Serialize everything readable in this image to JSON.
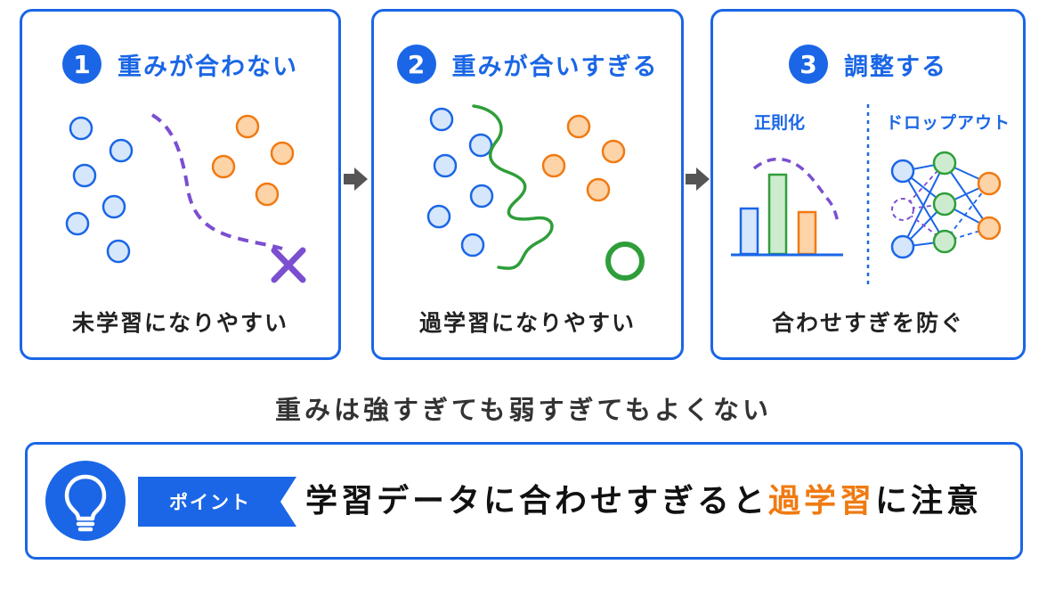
{
  "panels": [
    {
      "number": "1",
      "title": "重みが合わない",
      "caption": "未学習になりやすい"
    },
    {
      "number": "2",
      "title": "重みが合いすぎる",
      "caption": "過学習になりやすい"
    },
    {
      "number": "3",
      "title": "調整する",
      "caption": "合わせすぎを防ぐ",
      "sub_left": "正則化",
      "sub_right": "ドロップアウト"
    }
  ],
  "middle_text": "重みは強すぎても弱すぎてもよくない",
  "point": {
    "tag": "ポイント",
    "message_before": "学習データに合わせすぎると",
    "message_highlight": "過学習",
    "message_after": "に注意"
  },
  "colors": {
    "accent": "#1a66e6",
    "blue_dot": "#d6e6fb",
    "orange_dot": "#fdd3a8",
    "orange_accent": "#f07a12",
    "purple": "#7b4fd0",
    "green": "#2f9e3a"
  },
  "icons": [
    "arrow-right-icon",
    "cross-icon",
    "circle-icon",
    "lightbulb-icon"
  ]
}
